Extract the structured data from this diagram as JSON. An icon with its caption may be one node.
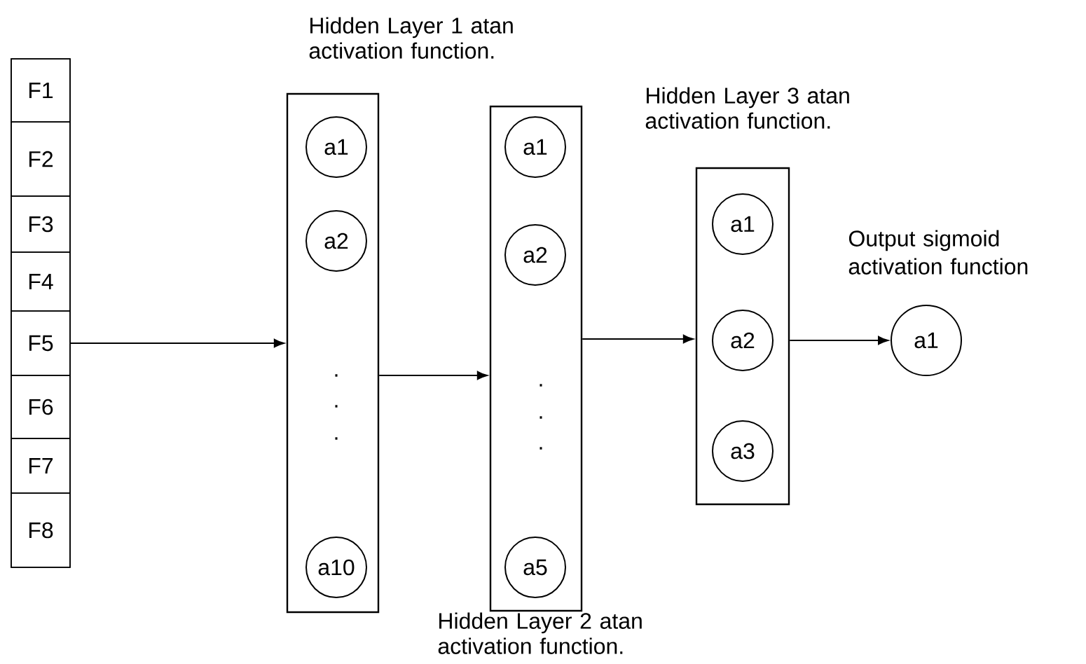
{
  "diagram": {
    "nodes": [
      {
        "text": [],
        "shape": "box"
      },
      {
        "text": [
          "F1"
        ],
        "in": 0
      },
      {
        "text": [
          "F2"
        ],
        "in": 0
      },
      {
        "text": [
          "F3"
        ],
        "in": 0
      },
      {
        "text": [
          "F4"
        ],
        "in": 0
      },
      {
        "text": [
          "F5"
        ],
        "in": 0
      },
      {
        "text": [
          "F6"
        ],
        "in": 0
      },
      {
        "text": [
          "F7"
        ],
        "in": 0
      },
      {
        "text": [
          "F8"
        ],
        "in": 0
      },
      {
        "text": [
          "Hidden Layer 1 atan activation function."
        ]
      },
      {
        "text": [
          "a1"
        ],
        "in": 9
      },
      {
        "text": [
          "a2"
        ],
        "in": 9
      },
      {
        "text": [
          "a10"
        ],
        "in": 9
      },
      {
        "text": [
          "Hidden Layer 2 atan activation function."
        ]
      },
      {
        "text": [
          "a1"
        ],
        "in": 13
      },
      {
        "text": [
          "a2"
        ],
        "in": 13
      },
      {
        "text": [
          "a5"
        ],
        "in": 13
      },
      {
        "text": [
          "Hidden Layer 3 atan activation function."
        ]
      },
      {
        "text": [
          "a1"
        ],
        "in": 17
      },
      {
        "text": [
          "a2"
        ],
        "in": 17
      },
      {
        "text": [
          "a3"
        ],
        "in": 17
      },
      {
        "text": [
          "a1"
        ],
        "beside": [
          "Output sigmoid activation function"
        ]
      }
    ],
    "edges": [
      {
        "from": 0,
        "to": 9,
        "arrow": "to"
      },
      {
        "from": 9,
        "to": 13,
        "arrow": "to"
      },
      {
        "from": 13,
        "to": 17,
        "arrow": "to"
      },
      {
        "from": 17,
        "to": 21,
        "arrow": "to"
      }
    ],
    "labels": [
      ".",
      ".",
      ".",
      ".",
      ".",
      "."
    ]
  }
}
